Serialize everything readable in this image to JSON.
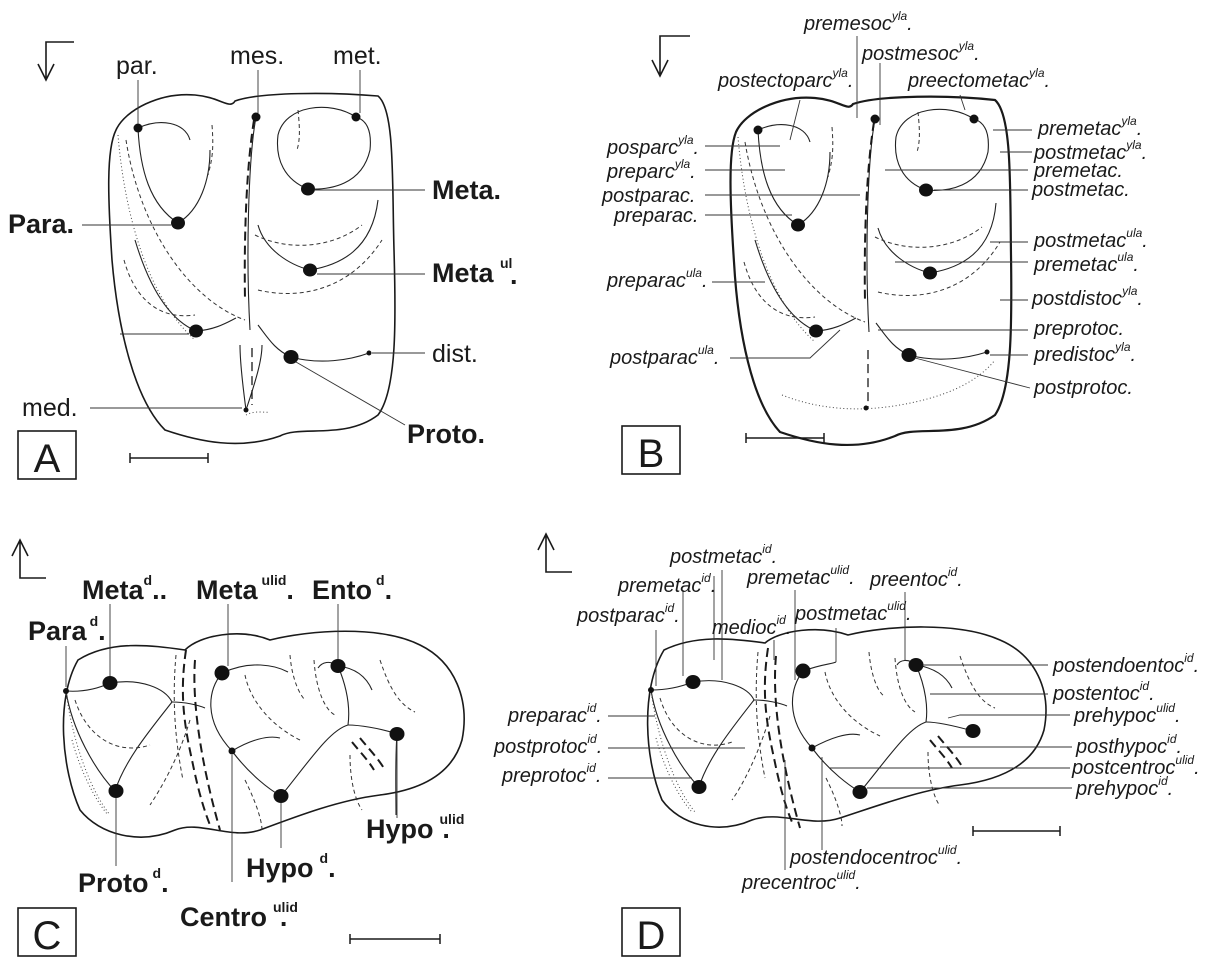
{
  "panels": {
    "A": {
      "letter": "A",
      "labels": {
        "par": "par.",
        "mes": "mes.",
        "met": "met.",
        "Meta": "Meta.",
        "Para": "Para.",
        "Meta_ul_base": "Meta",
        "Meta_ul_sup": "ul",
        "Meta_ul_dot": ".",
        "dist": "dist.",
        "med": "med.",
        "Proto": "Proto."
      }
    },
    "B": {
      "letter": "B",
      "labels": {
        "premesoc": [
          "premesoc",
          "yla",
          "."
        ],
        "postmesoc": [
          "postmesoc",
          "yla",
          "."
        ],
        "postectoparc": [
          "postectoparc",
          "yla",
          "."
        ],
        "preectometac": [
          "preectometac",
          "yla",
          "."
        ],
        "posparc": [
          "posparc",
          "yla",
          "."
        ],
        "preparc": [
          "preparc",
          "yla",
          "."
        ],
        "postparac": "postparac.",
        "preparac": "preparac.",
        "premetac_r": [
          "premetac",
          "yla",
          "."
        ],
        "postmetac_r": [
          "postmetac",
          "yla",
          "."
        ],
        "premetac_plain": "premetac.",
        "postmetac_plain": "postmetac.",
        "postmetac_ula": [
          "postmetac",
          "ula",
          "."
        ],
        "premetac_ula": [
          "premetac",
          "ula",
          "."
        ],
        "preparac_ula": [
          "preparac",
          "ula",
          "."
        ],
        "postdistoc": [
          "postdistoc",
          "yla",
          "."
        ],
        "preprotoc": "preprotoc.",
        "postparac_ula": [
          "postparac",
          "ula",
          "."
        ],
        "predistoc": [
          "predistoc",
          "yla",
          "."
        ],
        "postprotoc": "postprotoc."
      }
    },
    "C": {
      "letter": "C",
      "labels": {
        "Meta_d": [
          "Meta",
          "d",
          ".."
        ],
        "Meta_ulid": [
          "Meta",
          "ulid",
          "."
        ],
        "Ento_d": [
          "Ento",
          "d",
          "."
        ],
        "Para_d": [
          "Para",
          "d",
          "."
        ],
        "Hypo_ulid": [
          "Hypo",
          "ulid",
          "."
        ],
        "Proto_d": [
          "Proto",
          "d",
          "."
        ],
        "Hypo_d": [
          "Hypo",
          "d",
          "."
        ],
        "Centro_ulid": [
          "Centro",
          "ulid",
          "."
        ]
      }
    },
    "D": {
      "letter": "D",
      "labels": {
        "postmetac_id": [
          "postmetac",
          "id",
          "."
        ],
        "premetac_id": [
          "premetac",
          "id",
          "."
        ],
        "premetac_ulid": [
          "premetac",
          "ulid",
          "."
        ],
        "preentoc_id": [
          "preentoc",
          "id",
          "."
        ],
        "postparac_id": [
          "postparac",
          "id",
          "."
        ],
        "medioc_id": [
          "medioc",
          "id",
          "."
        ],
        "postmetac_ulid": [
          "postmetac",
          "ulid",
          "."
        ],
        "postendoentoc_id": [
          "postendoentoc",
          "id",
          "."
        ],
        "postentoc_id": [
          "postentoc",
          "id",
          "."
        ],
        "preparac_id": [
          "preparac",
          "id",
          "."
        ],
        "prehypoc_ulid": [
          "prehypoc",
          "ulid",
          "."
        ],
        "postprotoc_id": [
          "postprotoc",
          "id",
          "."
        ],
        "posthypoc_id": [
          "posthypoc",
          "id",
          "."
        ],
        "preprotoc_id": [
          "preprotoc",
          "id",
          "."
        ],
        "postcentroc_ulid": [
          "postcentroc",
          "ulid",
          "."
        ],
        "prehypoc_id": [
          "prehypoc",
          "id",
          "."
        ],
        "postendocentroc_ulid": [
          "postendocentroc",
          "ulid",
          "."
        ],
        "precentroc_ulid": [
          "precentroc",
          "ulid",
          "."
        ]
      }
    }
  }
}
